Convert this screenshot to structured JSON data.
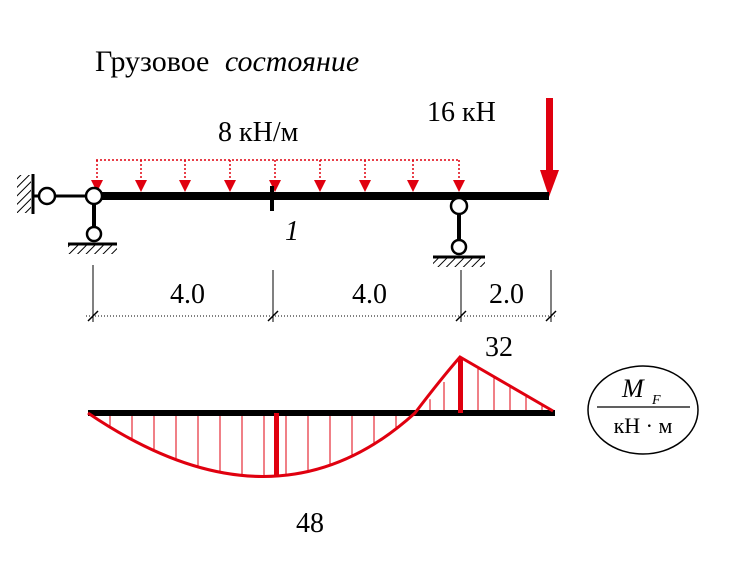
{
  "title": {
    "word1": "Грузовое",
    "word2": "состояние"
  },
  "loads": {
    "distributed_label": "8 кН/м",
    "point_label": "16 кН"
  },
  "section_label": "1",
  "dimensions": [
    "4.0",
    "4.0",
    "2.0"
  ],
  "moment_diagram": {
    "max_positive_label": "48",
    "max_negative_label": "32",
    "legend_numerator": "M",
    "legend_subscript": "F",
    "legend_denominator": "кН · м"
  },
  "colors": {
    "beam": "#000000",
    "load": "#e0000f",
    "diagram": "#e0000f"
  }
}
